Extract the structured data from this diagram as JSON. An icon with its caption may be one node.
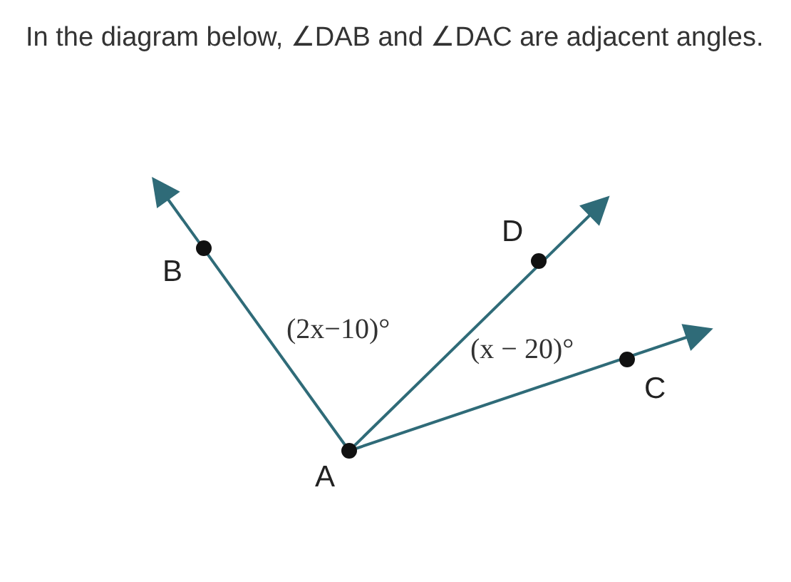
{
  "diagram": {
    "title": "In the diagram below, ∠DAB and ∠DAC are adjacent angles.",
    "nodes": [
      {
        "text": [
          "A"
        ]
      },
      {
        "text": [
          "B"
        ]
      },
      {
        "text": [
          "D"
        ]
      },
      {
        "text": [
          "C"
        ]
      }
    ],
    "edges": [
      {
        "from": 0,
        "to": 1,
        "arrow": "to"
      },
      {
        "from": 0,
        "to": 2,
        "arrow": "to"
      },
      {
        "from": 0,
        "to": 3,
        "arrow": "to"
      }
    ],
    "labels": [
      "(2x−10)°",
      "(x − 20)°"
    ]
  }
}
